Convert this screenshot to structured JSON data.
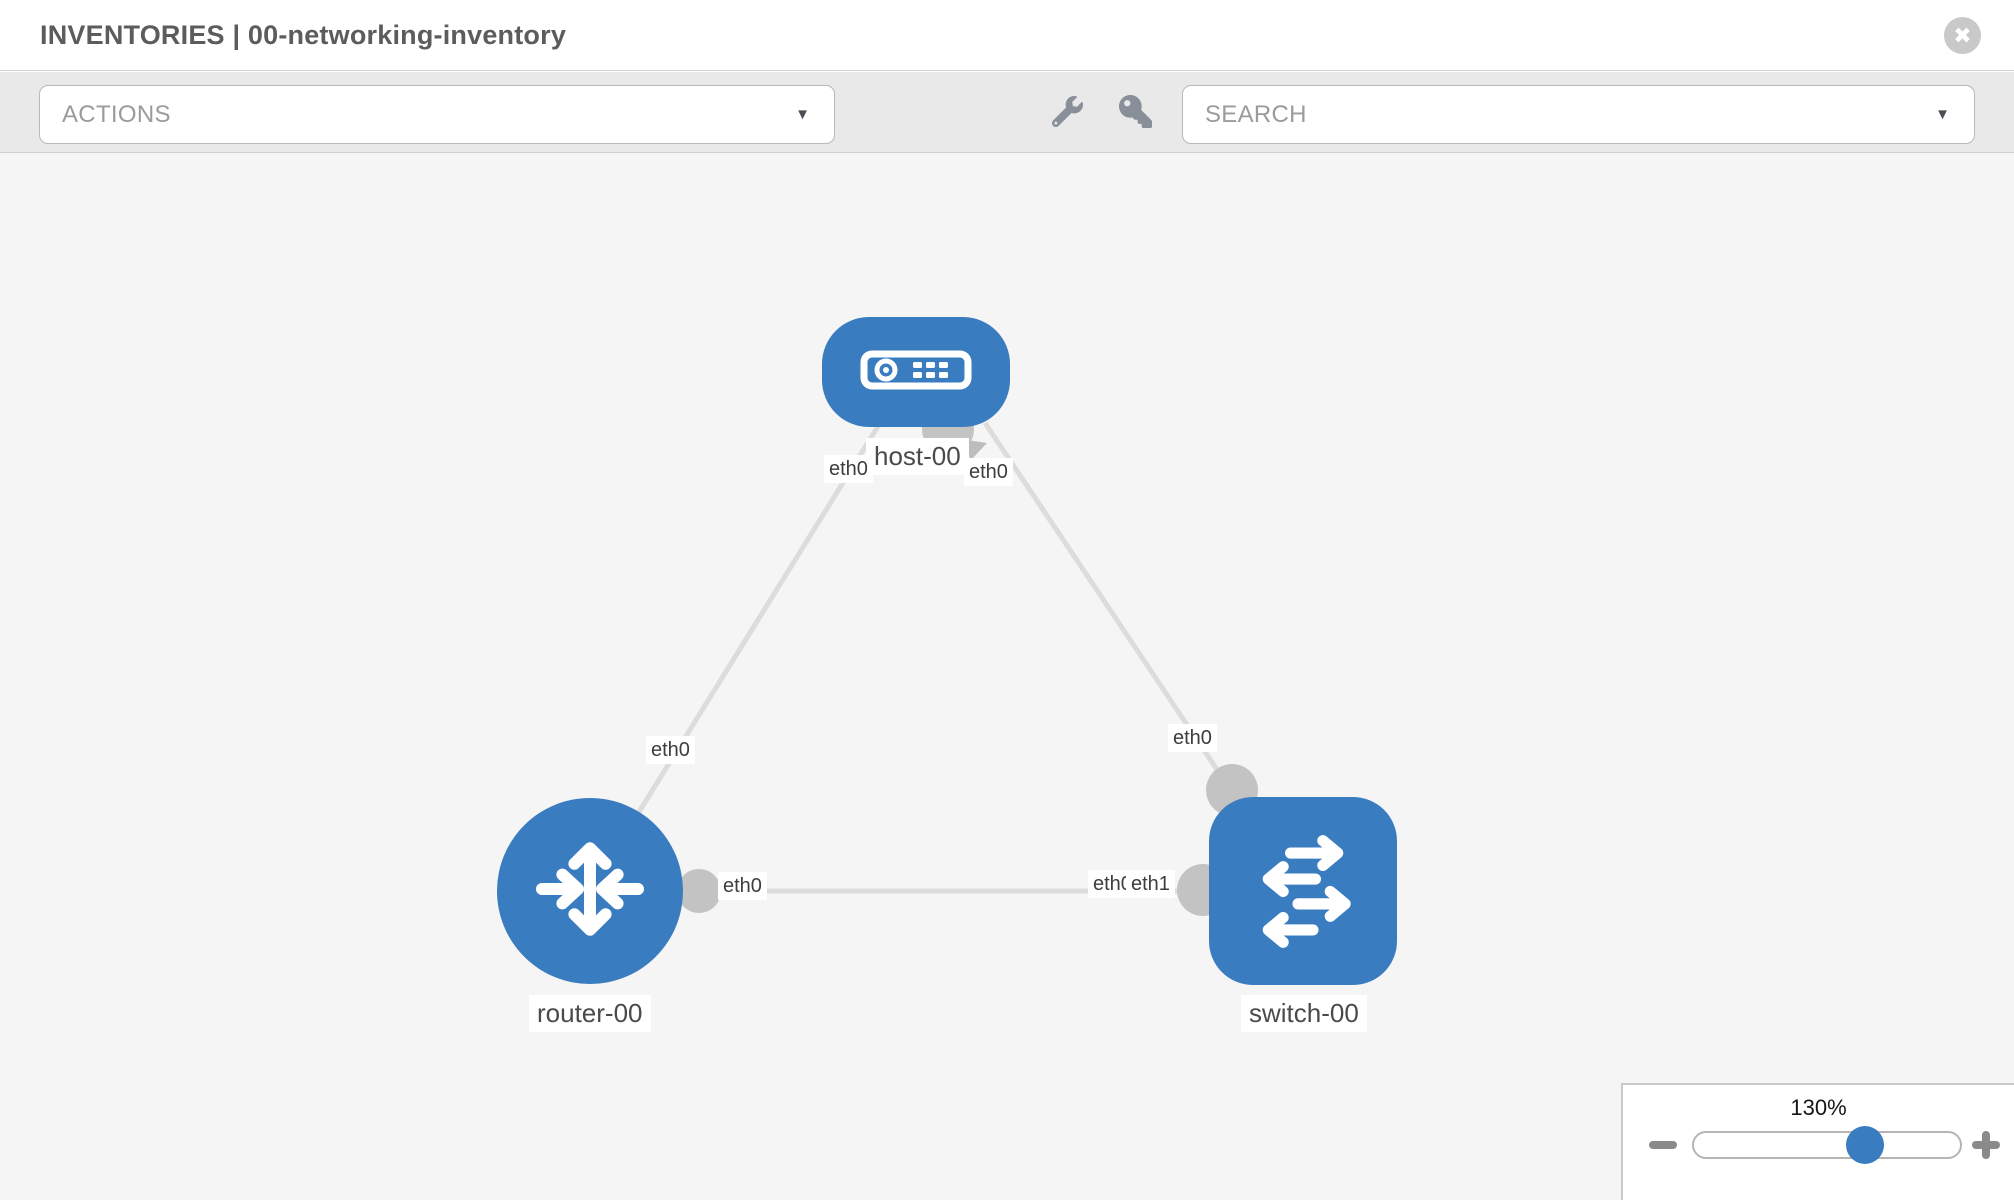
{
  "header": {
    "title": "INVENTORIES | 00-networking-inventory",
    "close_icon_glyph": "✖"
  },
  "toolbar": {
    "actions_label": "ACTIONS",
    "search_placeholder": "SEARCH",
    "caret_glyph": "▼",
    "icons": [
      "wrench-icon",
      "key-icon"
    ]
  },
  "topology": {
    "nodes": [
      {
        "id": "host-00",
        "label": "host-00",
        "type": "host"
      },
      {
        "id": "router-00",
        "label": "router-00",
        "type": "router"
      },
      {
        "id": "switch-00",
        "label": "switch-00",
        "type": "switch"
      }
    ],
    "links": [
      {
        "from": "host-00",
        "to": "router-00",
        "from_label": "eth0",
        "to_label": "eth0"
      },
      {
        "from": "host-00",
        "to": "switch-00",
        "from_label": "eth0",
        "to_label": "eth0"
      },
      {
        "from": "router-00",
        "to": "switch-00",
        "from_label": "eth0",
        "to_label": "eth1",
        "to_label_under": "eth0"
      }
    ]
  },
  "zoom_control": {
    "level": "130%",
    "percent_position": 64
  },
  "colors": {
    "node_blue": "#3a7cc0",
    "link_gray": "#dcdcdc",
    "connector_gray": "#c3c3c3",
    "canvas_bg": "#f5f5f5",
    "toolbar_bg": "#e9e9e9"
  }
}
